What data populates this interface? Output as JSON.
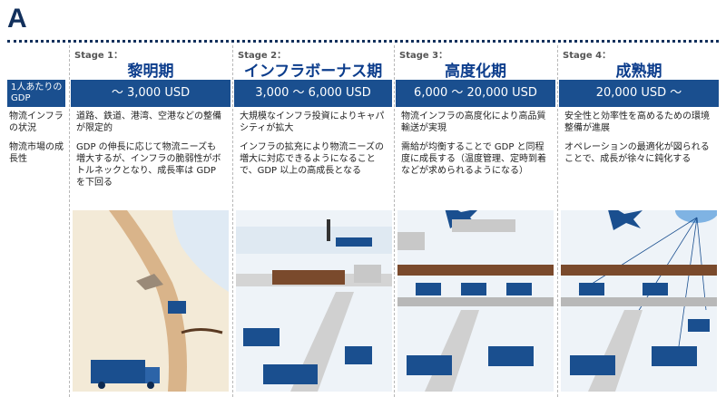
{
  "logo": "A",
  "header_labels": {
    "gdp": "1人あたりの GDP",
    "infra": "物流インフラの状況",
    "market": "物流市場の成長性"
  },
  "stages": [
    {
      "stage": "Stage 1：",
      "period": "黎明期",
      "gdp": "～ 3,000 USD",
      "infra": "道路、鉄道、港湾、空港などの整備が限定的",
      "market": "GDP の伸長に応じて物流ニーズも増大するが、インフラの脆弱性がボトルネックとなり、成長率は GDP を下回る"
    },
    {
      "stage": "Stage 2：",
      "period": "インフラボーナス期",
      "gdp": "3,000 ～ 6,000 USD",
      "infra": "大規模なインフラ投資によりキャパシティが拡大",
      "market": "インフラの拡充により物流ニーズの増大に対応できるようになることで、GDP 以上の高成長となる"
    },
    {
      "stage": "Stage 3：",
      "period": "高度化期",
      "gdp": "6,000 ～ 20,000 USD",
      "infra": "物流インフラの高度化により高品質輸送が実現",
      "market": "需給が均衡することで GDP と同程度に成長する（温度管理、定時到着などが求められるようになる）"
    },
    {
      "stage": "Stage 4：",
      "period": "成熟期",
      "gdp": "20,000 USD ～",
      "infra": "安全性と効率性を高めるための環境整備が進展",
      "market": "オペレーションの最適化が図られることで、成長が徐々に鈍化する"
    }
  ],
  "colors": {
    "navy": "#1a4f8f",
    "dark_navy": "#12305c",
    "title_blue": "#0c3d8c",
    "road": "#d8d8d8",
    "land": "#e8f0f7",
    "sand": "#d9b48a"
  }
}
